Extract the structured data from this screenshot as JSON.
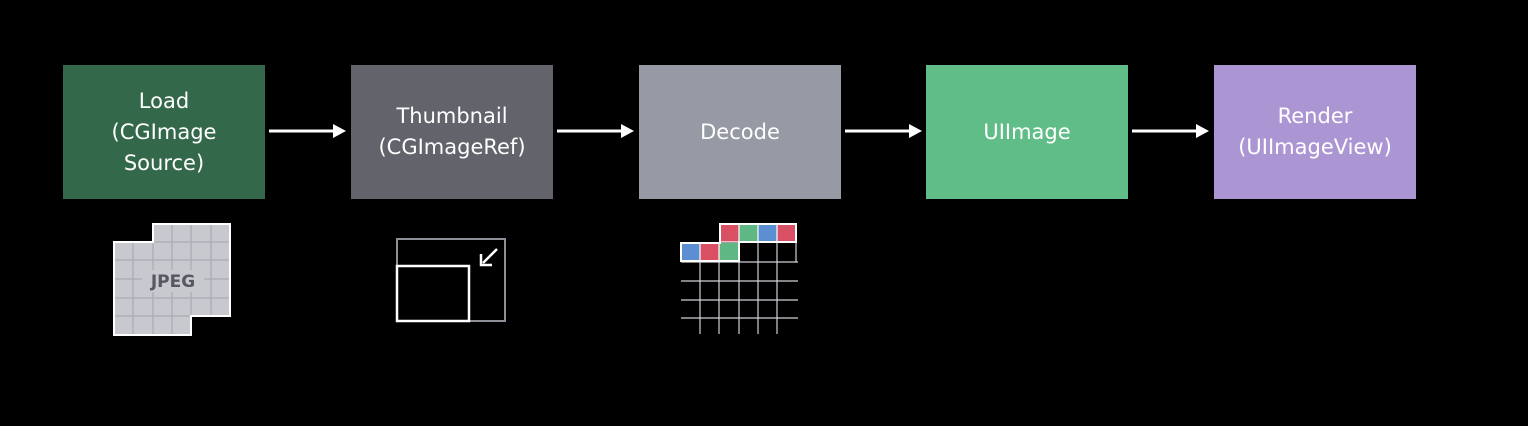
{
  "stages": [
    {
      "lines": [
        "Load",
        "(CGImage",
        "Source)"
      ],
      "color": "#33694a"
    },
    {
      "lines": [
        "Thumbnail",
        "(CGImageRef)"
      ],
      "color": "#62636b"
    },
    {
      "lines": [
        "Decode"
      ],
      "color": "#969aa5"
    },
    {
      "lines": [
        "UIImage"
      ],
      "color": "#61bd87"
    },
    {
      "lines": [
        "Render",
        "(UIImageView)"
      ],
      "color": "#ab95d3"
    }
  ],
  "illustrations": {
    "jpeg_label": "JPEG",
    "jpeg_icon": "jpeg-file-grid-icon",
    "thumbnail_icon": "thumbnail-shrink-icon",
    "decode_icon": "decoded-pixel-grid-icon",
    "pixel_colors": [
      "#5b8fd1",
      "#d94f63",
      "#5fb883"
    ]
  }
}
